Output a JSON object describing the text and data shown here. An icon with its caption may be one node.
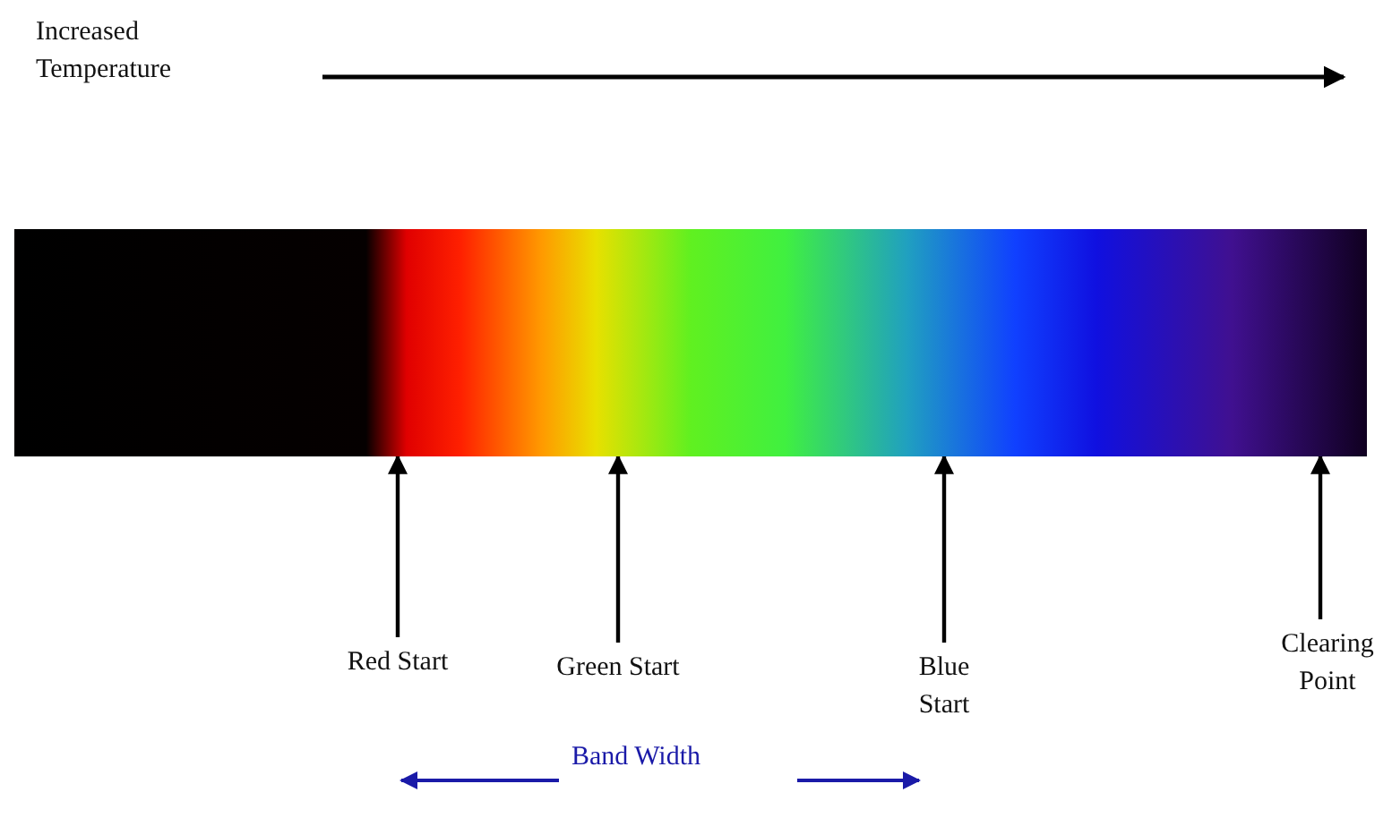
{
  "diagram": {
    "nodes": [
      {
        "text": [],
        "shape": "bar"
      },
      {
        "text": [
          "Red Start"
        ]
      },
      {
        "text": [
          "Green Start"
        ]
      },
      {
        "text": [
          "Blue Start"
        ]
      },
      {
        "text": [
          "Clearing Point"
        ]
      }
    ],
    "edges": [
      {
        "from": 1,
        "to": 0,
        "arrow": "to"
      },
      {
        "from": 2,
        "to": 0,
        "arrow": "to"
      },
      {
        "from": 3,
        "to": 0,
        "arrow": "to"
      },
      {
        "from": 4,
        "to": 0,
        "arrow": "to"
      }
    ],
    "labels": [
      "Increased Temperature",
      "Band Width"
    ]
  }
}
